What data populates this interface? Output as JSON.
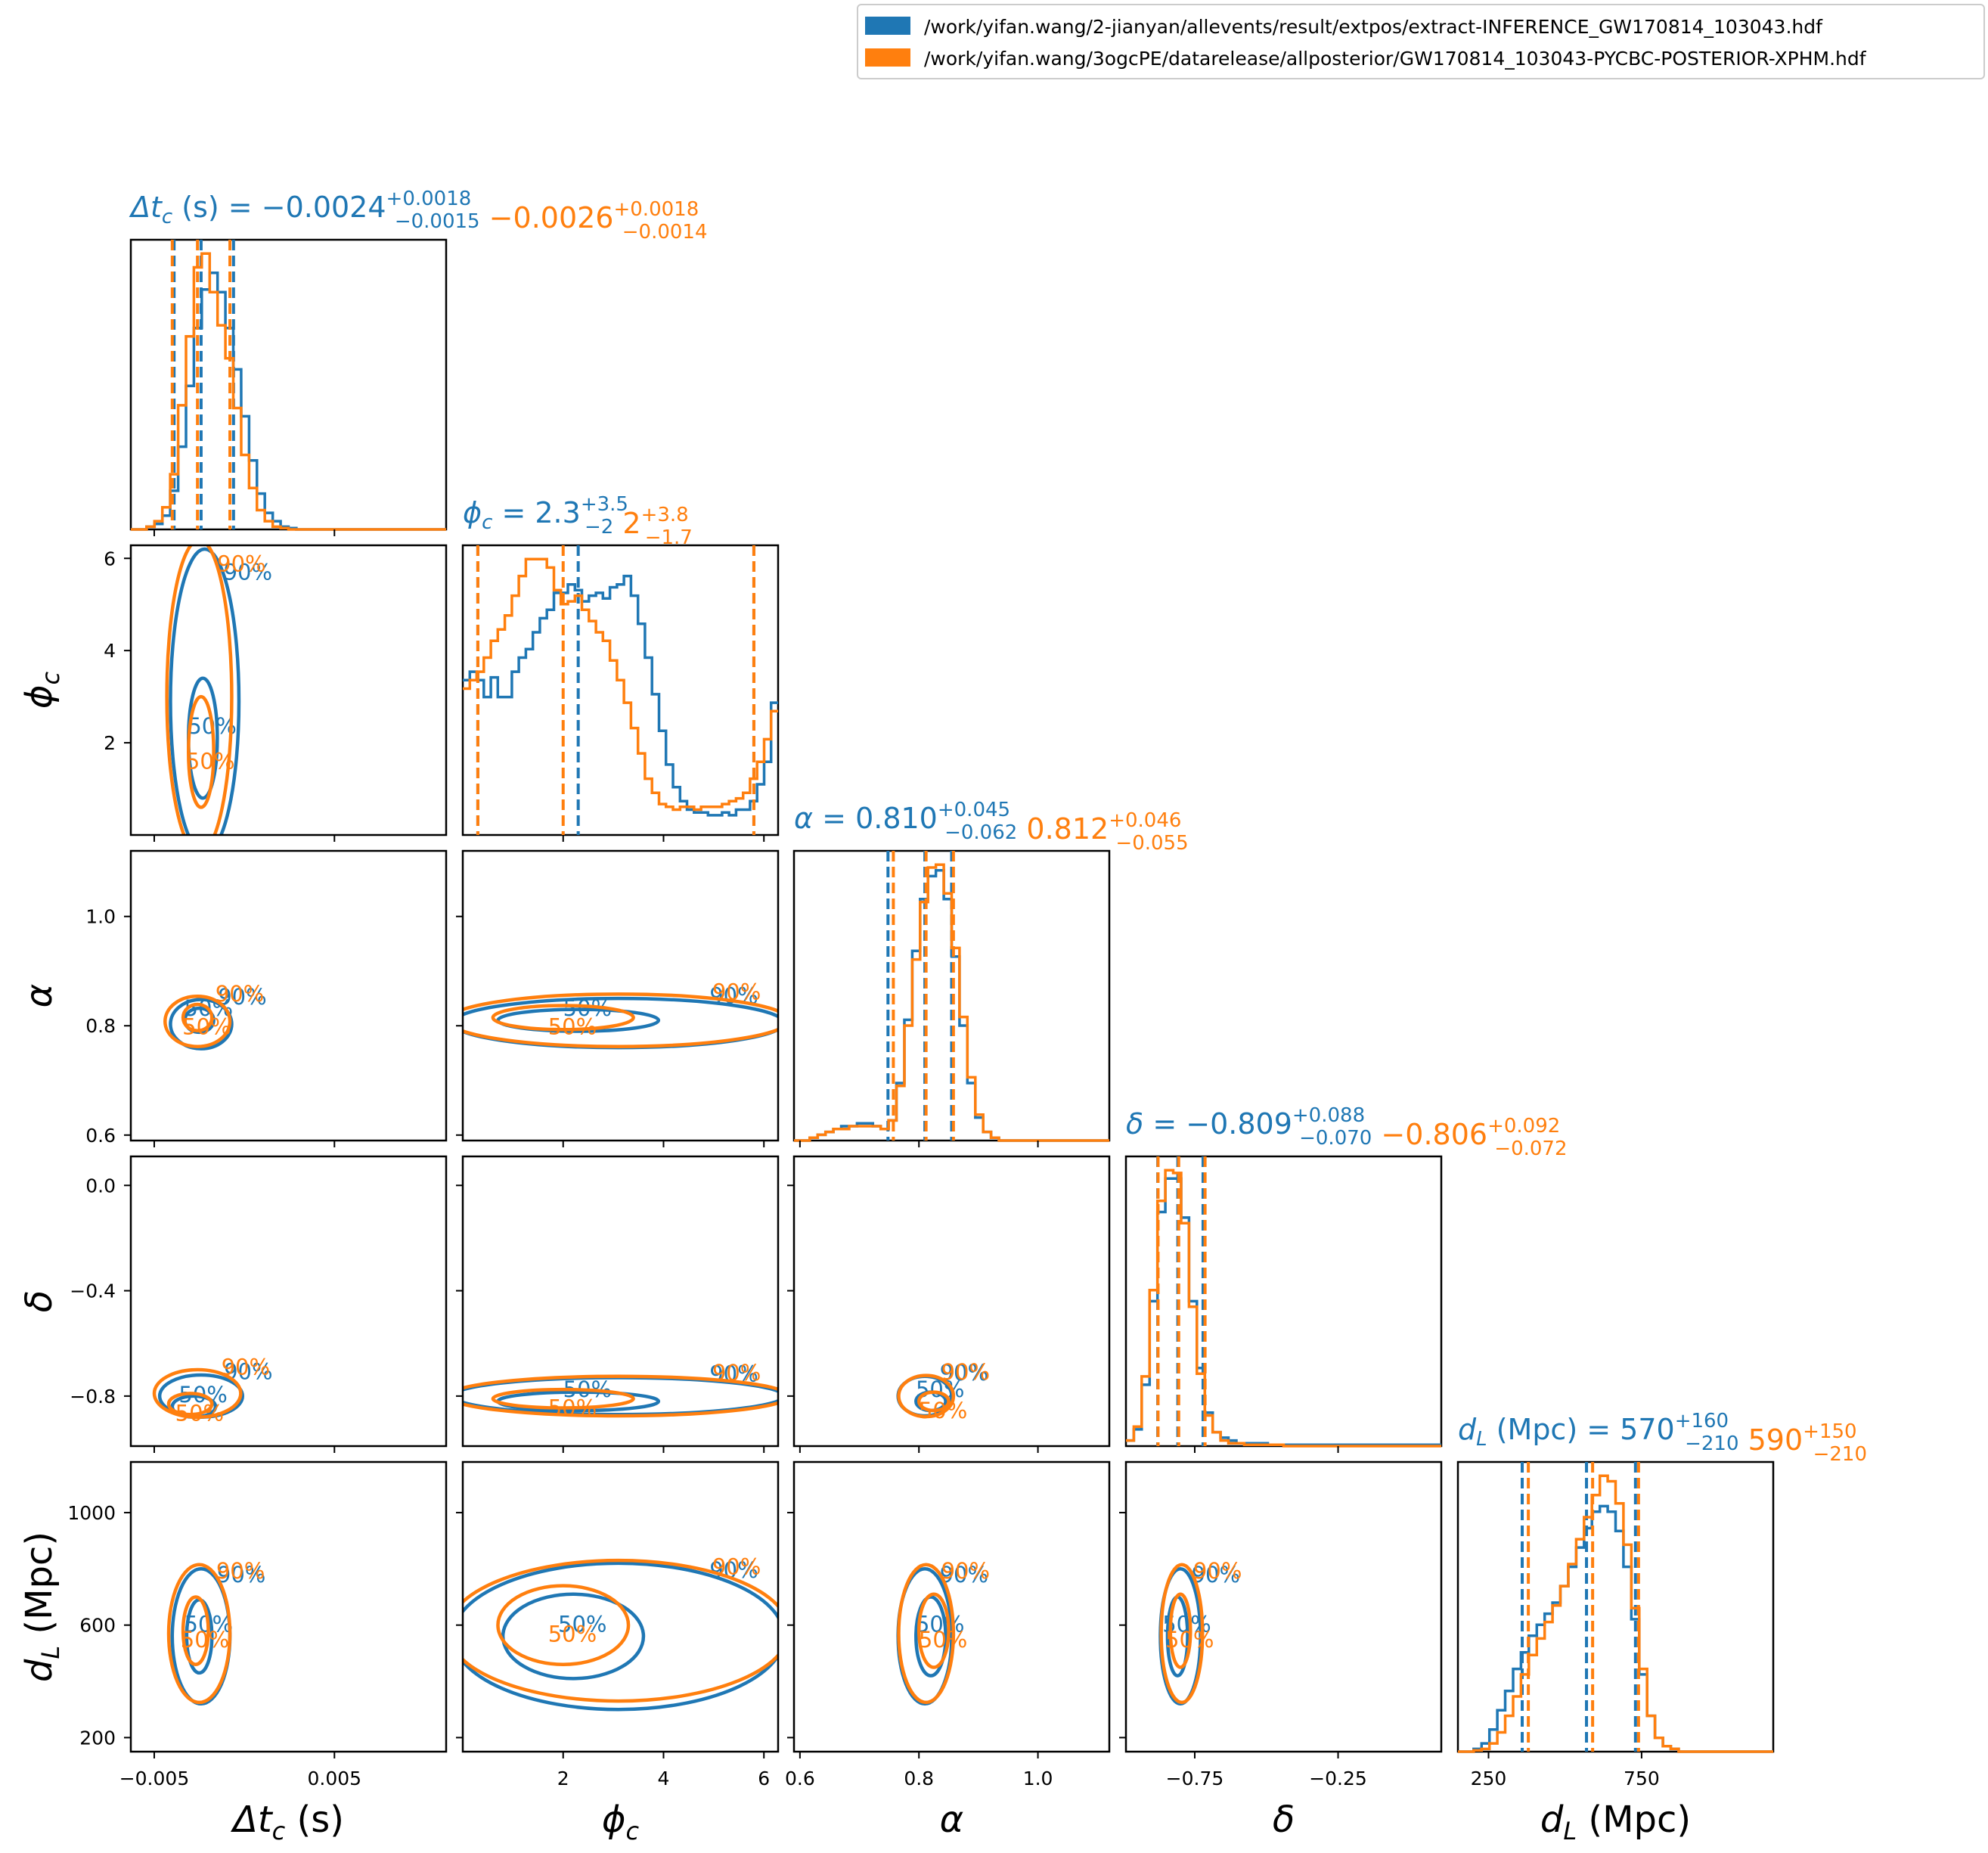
{
  "colors": {
    "series_a": "#1f77b4",
    "series_b": "#ff7f0e"
  },
  "chart_data": {
    "type": "corner",
    "legend": {
      "placement": "top-right",
      "entries": [
        "/work/yifan.wang/2-jianyan/allevents/result/extpos/extract-INFERENCE_GW170814_103043.hdf",
        "/work/yifan.wang/3ogcPE/datarelease/allposterior/GW170814_103043-PYCBC-POSTERIOR-XPHM.hdf"
      ]
    },
    "parameters": [
      {
        "key": "dtc",
        "title_lhs": "Δt",
        "title_sub": "c",
        "title_unit": " (s) = ",
        "axis_label": "Δt",
        "axis_sub": "c",
        "axis_unit": " (s)",
        "range": [
          -0.0063,
          0.0112
        ],
        "ticks": [
          {
            "v": -0.005,
            "label": "−0.005"
          },
          {
            "v": 0.005,
            "label": "0.005"
          }
        ],
        "estimates": [
          {
            "median": "−0.0024",
            "plus": "+0.0018",
            "minus": "−0.0015",
            "lines": [
              -0.0039,
              -0.0024,
              -0.0006
            ]
          },
          {
            "median": "−0.0026",
            "plus": "+0.0018",
            "minus": "−0.0014",
            "lines": [
              -0.004,
              -0.0026,
              -0.0008
            ]
          }
        ],
        "hist": [
          [
            0,
            0,
            0.01,
            0.02,
            0.05,
            0.14,
            0.3,
            0.52,
            0.73,
            0.87,
            0.93,
            0.86,
            0.73,
            0.58,
            0.41,
            0.25,
            0.13,
            0.06,
            0.03,
            0.01,
            0.005,
            0,
            0,
            0,
            0,
            0,
            0,
            0,
            0,
            0,
            0,
            0,
            0,
            0,
            0,
            0,
            0,
            0,
            0,
            0
          ],
          [
            0,
            0,
            0.01,
            0.03,
            0.08,
            0.2,
            0.45,
            0.7,
            0.95,
            1.0,
            0.86,
            0.74,
            0.62,
            0.44,
            0.27,
            0.15,
            0.07,
            0.03,
            0.01,
            0.005,
            0,
            0,
            0,
            0,
            0,
            0,
            0,
            0,
            0,
            0,
            0,
            0,
            0,
            0,
            0,
            0,
            0,
            0,
            0,
            0
          ]
        ]
      },
      {
        "key": "phic",
        "title_lhs": "ϕ",
        "title_sub": "c",
        "title_unit": " = ",
        "axis_label": "ϕ",
        "axis_sub": "c",
        "axis_unit": "",
        "range": [
          0,
          6.283
        ],
        "ticks": [
          {
            "v": 2,
            "label": "2"
          },
          {
            "v": 4,
            "label": "4"
          },
          {
            "v": 6,
            "label": "6"
          }
        ],
        "estimates": [
          {
            "median": "2.3",
            "plus": "+3.5",
            "minus": "−2",
            "lines": [
              0.3,
              2.3,
              5.8
            ]
          },
          {
            "median": "2",
            "plus": "+3.8",
            "minus": "−1.7",
            "lines": [
              0.3,
              2.0,
              5.8
            ]
          }
        ],
        "hist": [
          [
            0.55,
            0.58,
            0.55,
            0.49,
            0.56,
            0.49,
            0.49,
            0.58,
            0.63,
            0.66,
            0.72,
            0.77,
            0.8,
            0.86,
            0.86,
            0.89,
            0.87,
            0.83,
            0.85,
            0.86,
            0.84,
            0.88,
            0.89,
            0.92,
            0.85,
            0.75,
            0.63,
            0.5,
            0.37,
            0.25,
            0.17,
            0.12,
            0.09,
            0.08,
            0.08,
            0.07,
            0.07,
            0.08,
            0.07,
            0.09,
            0.09,
            0.12,
            0.18,
            0.26,
            0.47
          ],
          [
            0.52,
            0.55,
            0.58,
            0.63,
            0.69,
            0.73,
            0.78,
            0.85,
            0.92,
            0.98,
            0.98,
            0.98,
            0.95,
            0.87,
            0.82,
            0.83,
            0.85,
            0.8,
            0.76,
            0.72,
            0.69,
            0.62,
            0.55,
            0.47,
            0.38,
            0.29,
            0.2,
            0.15,
            0.11,
            0.1,
            0.09,
            0.1,
            0.1,
            0.09,
            0.1,
            0.1,
            0.1,
            0.11,
            0.12,
            0.13,
            0.15,
            0.2,
            0.26,
            0.34,
            0.44
          ]
        ]
      },
      {
        "key": "alpha",
        "title_lhs": "α",
        "title_sub": "",
        "title_unit": " = ",
        "axis_label": "α",
        "axis_sub": "",
        "axis_unit": "",
        "range": [
          0.59,
          1.12
        ],
        "ticks": [
          {
            "v": 0.6,
            "label": "0.6"
          },
          {
            "v": 0.8,
            "label": "0.8"
          },
          {
            "v": 1.0,
            "label": "1.0"
          }
        ],
        "yticks": [
          {
            "v": 0.6,
            "label": "0.6"
          },
          {
            "v": 0.8,
            "label": "0.8"
          },
          {
            "v": 1.0,
            "label": "1.0"
          }
        ],
        "estimates": [
          {
            "median": "0.810",
            "plus": "+0.045",
            "minus": "−0.062",
            "lines": [
              0.748,
              0.81,
              0.855
            ]
          },
          {
            "median": "0.812",
            "plus": "+0.046",
            "minus": "−0.055",
            "lines": [
              0.757,
              0.812,
              0.858
            ]
          }
        ],
        "hist": [
          [
            0,
            0,
            0.01,
            0.02,
            0.03,
            0.04,
            0.05,
            0.05,
            0.06,
            0.06,
            0.05,
            0.04,
            0.07,
            0.2,
            0.42,
            0.66,
            0.84,
            0.92,
            0.94,
            0.84,
            0.64,
            0.4,
            0.2,
            0.08,
            0.03,
            0.01,
            0,
            0,
            0,
            0,
            0,
            0,
            0,
            0,
            0,
            0,
            0,
            0,
            0,
            0
          ],
          [
            0,
            0,
            0.01,
            0.02,
            0.03,
            0.04,
            0.04,
            0.05,
            0.05,
            0.05,
            0.05,
            0.04,
            0.07,
            0.19,
            0.4,
            0.63,
            0.83,
            0.95,
            0.96,
            0.86,
            0.67,
            0.43,
            0.22,
            0.09,
            0.03,
            0.01,
            0,
            0,
            0,
            0,
            0,
            0,
            0,
            0,
            0,
            0,
            0,
            0,
            0,
            0
          ]
        ]
      },
      {
        "key": "delta",
        "title_lhs": "δ",
        "title_sub": "",
        "title_unit": " = ",
        "axis_label": "δ",
        "axis_sub": "",
        "axis_unit": "",
        "range": [
          -0.99,
          0.11
        ],
        "ticks": [
          {
            "v": -0.75,
            "label": "−0.75"
          },
          {
            "v": -0.25,
            "label": "−0.25"
          }
        ],
        "yticks": [
          {
            "v": 0.0,
            "label": "0.0"
          },
          {
            "v": -0.4,
            "label": "−0.4"
          },
          {
            "v": -0.8,
            "label": "−0.8"
          }
        ],
        "estimates": [
          {
            "median": "−0.809",
            "plus": "+0.088",
            "minus": "−0.070",
            "lines": [
              -0.879,
              -0.809,
              -0.721
            ]
          },
          {
            "median": "−0.806",
            "plus": "+0.092",
            "minus": "−0.072",
            "lines": [
              -0.878,
              -0.806,
              -0.714
            ]
          }
        ],
        "hist": [
          [
            0.02,
            0.06,
            0.22,
            0.52,
            0.84,
            0.96,
            0.96,
            0.82,
            0.52,
            0.28,
            0.12,
            0.05,
            0.03,
            0.02,
            0.01,
            0.01,
            0.01,
            0.01,
            0.005,
            0.005,
            0.005,
            0.005,
            0.005,
            0.005,
            0.005,
            0.005,
            0.005,
            0.005,
            0.005,
            0.005,
            0.005,
            0.005,
            0.005,
            0.005,
            0.005,
            0.005,
            0.005,
            0.005,
            0.005,
            0.005
          ],
          [
            0.02,
            0.07,
            0.25,
            0.56,
            0.88,
            0.99,
            0.98,
            0.8,
            0.5,
            0.26,
            0.11,
            0.05,
            0.02,
            0.01,
            0.01,
            0.005,
            0.005,
            0.005,
            0.005,
            0.005,
            0,
            0,
            0,
            0,
            0,
            0,
            0,
            0,
            0,
            0,
            0,
            0,
            0,
            0,
            0,
            0,
            0,
            0,
            0,
            0
          ]
        ]
      },
      {
        "key": "dl",
        "title_lhs": "d",
        "title_sub": "L",
        "title_unit": " (Mpc) = ",
        "axis_label": "d",
        "axis_sub": "L",
        "axis_unit": " (Mpc)",
        "range": [
          150,
          1180
        ],
        "ticks": [
          {
            "v": 250,
            "label": "250"
          },
          {
            "v": 750,
            "label": "750"
          }
        ],
        "yticks": [
          {
            "v": 1000,
            "label": "1000"
          },
          {
            "v": 600,
            "label": "600"
          },
          {
            "v": 200,
            "label": "200"
          }
        ],
        "estimates": [
          {
            "median": "570",
            "plus": "+160",
            "minus": "−210",
            "lines": [
              360,
              570,
              730
            ]
          },
          {
            "median": "590",
            "plus": "+150",
            "minus": "−210",
            "lines": [
              380,
              590,
              740
            ]
          }
        ],
        "hist": [
          [
            0,
            0,
            0.01,
            0.03,
            0.08,
            0.15,
            0.22,
            0.3,
            0.36,
            0.42,
            0.46,
            0.5,
            0.54,
            0.6,
            0.67,
            0.74,
            0.81,
            0.87,
            0.89,
            0.87,
            0.8,
            0.67,
            0.48,
            0.28,
            0.13,
            0.05,
            0.02,
            0.01,
            0,
            0,
            0,
            0,
            0,
            0,
            0,
            0,
            0,
            0,
            0,
            0
          ],
          [
            0,
            0,
            0.005,
            0.01,
            0.03,
            0.07,
            0.13,
            0.2,
            0.28,
            0.35,
            0.41,
            0.47,
            0.53,
            0.6,
            0.68,
            0.77,
            0.85,
            0.93,
            1.0,
            0.98,
            0.9,
            0.75,
            0.52,
            0.3,
            0.13,
            0.05,
            0.02,
            0.01,
            0,
            0,
            0,
            0,
            0,
            0,
            0,
            0,
            0,
            0,
            0,
            0
          ]
        ]
      }
    ],
    "contour_labels": {
      "inner": "50%",
      "outer": "90%"
    },
    "contours": [
      {
        "row": 1,
        "col": 0,
        "series": [
          {
            "c50": [
              -0.0023,
              2.1,
              0.0008,
              1.3
            ],
            "c90": [
              -0.0022,
              2.9,
              0.0019,
              3.3
            ]
          },
          {
            "c50": [
              -0.0024,
              1.8,
              0.0007,
              1.2
            ],
            "c90": [
              -0.0025,
              3.0,
              0.0018,
              3.4
            ]
          }
        ]
      },
      {
        "row": 2,
        "col": 0,
        "series": [
          {
            "c50": [
              -0.0025,
              0.81,
              0.0008,
              0.022
            ],
            "c90": [
              -0.0024,
              0.803,
              0.0017,
              0.045
            ]
          },
          {
            "c50": [
              -0.0026,
              0.815,
              0.0008,
              0.024
            ],
            "c90": [
              -0.0026,
              0.808,
              0.0018,
              0.046
            ]
          }
        ]
      },
      {
        "row": 3,
        "col": 0,
        "series": [
          {
            "c50": [
              -0.0028,
              -0.84,
              0.0012,
              0.04
            ],
            "c90": [
              -0.0024,
              -0.8,
              0.0023,
              0.08
            ]
          },
          {
            "c50": [
              -0.003,
              -0.83,
              0.0012,
              0.04
            ],
            "c90": [
              -0.0026,
              -0.79,
              0.0024,
              0.09
            ]
          }
        ]
      },
      {
        "row": 4,
        "col": 0,
        "series": [
          {
            "c50": [
              -0.0025,
              560,
              0.0007,
              130
            ],
            "c90": [
              -0.0024,
              560,
              0.0016,
              240
            ]
          },
          {
            "c50": [
              -0.0027,
              580,
              0.0007,
              120
            ],
            "c90": [
              -0.0025,
              570,
              0.0017,
              245
            ]
          }
        ]
      },
      {
        "row": 2,
        "col": 1,
        "series": [
          {
            "c50": [
              2.3,
              0.81,
              1.6,
              0.02
            ],
            "c90": [
              3.1,
              0.805,
              3.3,
              0.045
            ]
          },
          {
            "c50": [
              2.0,
              0.815,
              1.4,
              0.022
            ],
            "c90": [
              3.1,
              0.81,
              3.4,
              0.048
            ]
          }
        ]
      },
      {
        "row": 3,
        "col": 1,
        "series": [
          {
            "c50": [
              2.3,
              -0.82,
              1.6,
              0.035
            ],
            "c90": [
              3.1,
              -0.8,
              3.3,
              0.07
            ]
          },
          {
            "c50": [
              2.0,
              -0.81,
              1.4,
              0.035
            ],
            "c90": [
              3.1,
              -0.8,
              3.4,
              0.075
            ]
          }
        ]
      },
      {
        "row": 4,
        "col": 1,
        "series": [
          {
            "c50": [
              2.2,
              560,
              1.4,
              150
            ],
            "c90": [
              3.1,
              560,
              3.3,
              260
            ]
          },
          {
            "c50": [
              2.0,
              600,
              1.3,
              140
            ],
            "c90": [
              3.1,
              580,
              3.4,
              250
            ]
          }
        ]
      },
      {
        "row": 3,
        "col": 2,
        "series": [
          {
            "c50": [
              0.82,
              -0.82,
              0.025,
              0.035
            ],
            "c90": [
              0.81,
              -0.8,
              0.045,
              0.075
            ]
          },
          {
            "c50": [
              0.825,
              -0.82,
              0.025,
              0.035
            ],
            "c90": [
              0.812,
              -0.8,
              0.046,
              0.078
            ]
          }
        ]
      },
      {
        "row": 4,
        "col": 2,
        "series": [
          {
            "c50": [
              0.82,
              560,
              0.025,
              140
            ],
            "c90": [
              0.81,
              560,
              0.045,
              240
            ]
          },
          {
            "c50": [
              0.825,
              580,
              0.025,
              130
            ],
            "c90": [
              0.812,
              570,
              0.046,
              245
            ]
          }
        ]
      },
      {
        "row": 4,
        "col": 3,
        "series": [
          {
            "c50": [
              -0.81,
              560,
              0.035,
              140
            ],
            "c90": [
              -0.8,
              560,
              0.07,
              240
            ]
          },
          {
            "c50": [
              -0.8,
              580,
              0.035,
              130
            ],
            "c90": [
              -0.795,
              570,
              0.072,
              245
            ]
          }
        ]
      }
    ]
  }
}
